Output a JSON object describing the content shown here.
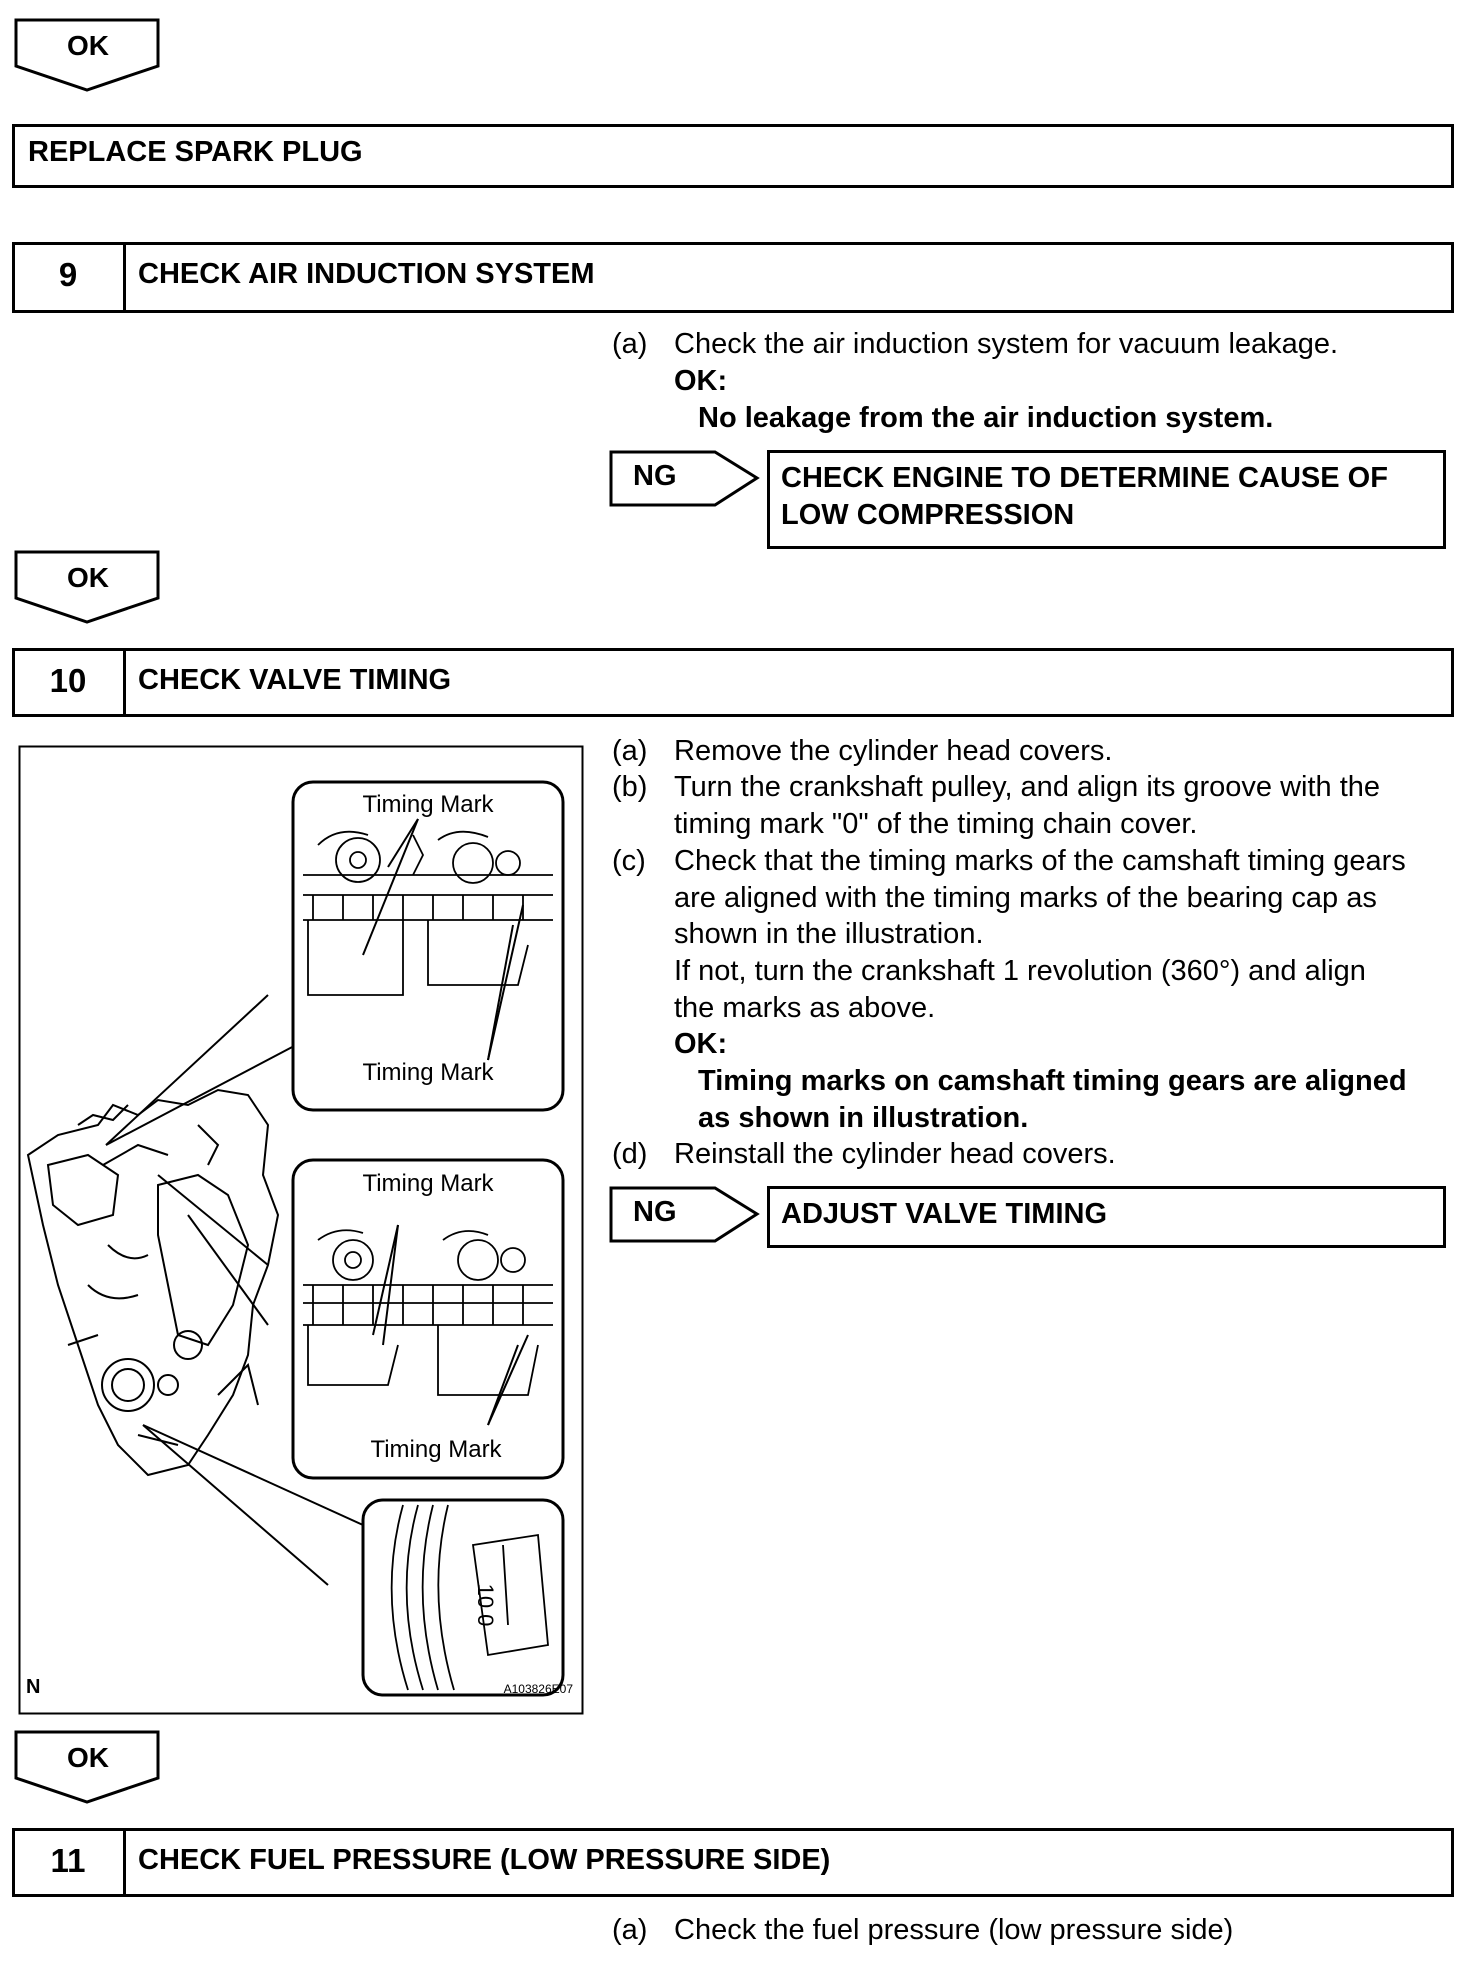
{
  "ok_label": "OK",
  "ng_label": "NG",
  "replace_box": "REPLACE SPARK PLUG",
  "step9": {
    "number": "9",
    "title": "CHECK AIR INDUCTION SYSTEM",
    "a_label": "(a)",
    "a_text": "Check the air induction system for vacuum leakage.",
    "ok_heading": "OK:",
    "ok_text": "No leakage from the air induction system.",
    "ng_action_line1": "CHECK ENGINE TO DETERMINE CAUSE OF",
    "ng_action_line2": "LOW COMPRESSION"
  },
  "step10": {
    "number": "10",
    "title": "CHECK VALVE TIMING",
    "a_label": "(a)",
    "a_text": "Remove the cylinder head covers.",
    "b_label": "(b)",
    "b_line1": "Turn the crankshaft pulley, and align its groove with the",
    "b_line2": "timing mark \"0\" of the timing chain cover.",
    "c_label": "(c)",
    "c_line1": "Check that the timing marks of the camshaft timing gears",
    "c_line2": "are aligned with the timing marks of the bearing cap as",
    "c_line3": "shown in the illustration.",
    "c_line4": "If not, turn the crankshaft 1 revolution (360°) and align",
    "c_line5": "the marks as above.",
    "ok_heading": "OK:",
    "ok_line1": "Timing marks on camshaft timing gears are aligned",
    "ok_line2": "as shown in illustration.",
    "d_label": "(d)",
    "d_text": "Reinstall the cylinder head covers.",
    "ng_action": "ADJUST VALVE TIMING",
    "figure": {
      "label_top1": "Timing Mark",
      "label_top2": "Timing Mark",
      "label_mid1": "Timing Mark",
      "label_mid2": "Timing Mark",
      "corner_left": "N",
      "corner_right": "A103826E07",
      "pulley_marks": "10 0"
    }
  },
  "step11": {
    "number": "11",
    "title": "CHECK FUEL PRESSURE (LOW PRESSURE SIDE)",
    "a_label": "(a)",
    "a_text": "Check the fuel pressure (low pressure side)"
  }
}
